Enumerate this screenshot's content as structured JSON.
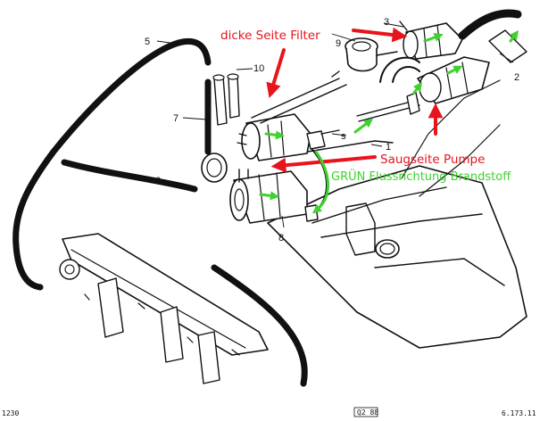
{
  "annotations": {
    "filter_thick_side": "dicke Seite Filter",
    "pump_suction_side": "Saugseite Pumpe",
    "flow_direction": "GRÜN  Flussrichtung Brandstoff"
  },
  "callouts": {
    "n1": "1",
    "n2": "2",
    "n3": "3",
    "n5": "5",
    "n6": "6",
    "n7": "7",
    "n8": "8",
    "n9": "9",
    "n10": "10",
    "n_s": "s"
  },
  "footer": {
    "left": "1230",
    "center": "Q2 88",
    "right": "6.173.11"
  },
  "colors": {
    "annotation_red": "#e8141b",
    "flow_green": "#3fd12e",
    "line_art": "#111111"
  },
  "icons": {
    "red_arrow": "arrow-red-icon",
    "green_flow_arrow": "flow-arrow-green-icon"
  }
}
